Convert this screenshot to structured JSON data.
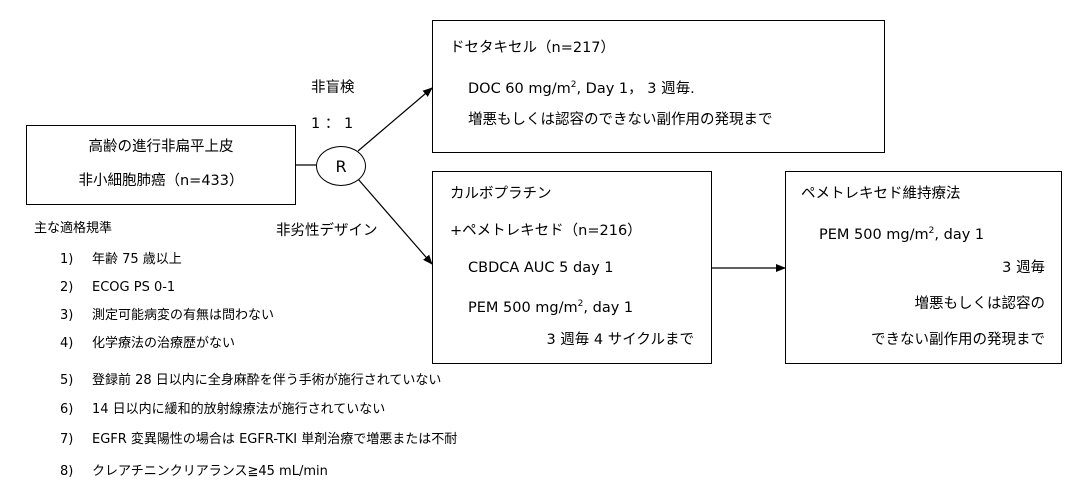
{
  "population": {
    "line1": "高齢の進行非扁平上皮",
    "line2": "非小細胞肺癌（n=433）"
  },
  "randomization": {
    "symbol": "R",
    "label_open": "非盲検",
    "label_ratio": "1 ： 1",
    "label_design": "非劣性デザイン"
  },
  "arm_doc": {
    "title": "ドセタキセル（n=217）",
    "dose_pre": "DOC 60 mg/m",
    "dose_sup": "2",
    "dose_post": ", Day 1， 3 週毎.",
    "until": "増悪もしくは認容のできない副作用の発現まで"
  },
  "arm_cbdca": {
    "title1": "カルボプラチン",
    "title2": "+ペメトレキセド（n=216）",
    "dose1": "CBDCA AUC 5 day 1",
    "dose2_pre": "PEM 500 mg/m",
    "dose2_sup": "2",
    "dose2_post": ", day 1",
    "schedule": "3 週毎  4 サイクルまで"
  },
  "maintenance": {
    "title": "ペメトレキセド維持療法",
    "dose_pre": "PEM 500 mg/m",
    "dose_sup": "2",
    "dose_post": ", day 1",
    "schedule": "3 週毎",
    "until1": "増悪もしくは認容の",
    "until2": "できない副作用の発現まで"
  },
  "criteria": {
    "heading": "主な適格規準",
    "items": [
      {
        "num": "1)",
        "text": "年齢 75 歳以上"
      },
      {
        "num": "2)",
        "text": "ECOG PS 0-1"
      },
      {
        "num": "3)",
        "text": "測定可能病変の有無は問わない"
      },
      {
        "num": "4)",
        "text": "化学療法の治療歴がない"
      },
      {
        "num": "5)",
        "text": "登録前 28 日以内に全身麻酔を伴う手術が施行されていない"
      },
      {
        "num": "6)",
        "text": "14 日以内に緩和的放射線療法が施行されていない"
      },
      {
        "num": "7)",
        "text": "EGFR 変異陽性の場合は EGFR-TKI 単剤治療で増悪または不耐"
      },
      {
        "num": "8)",
        "text": "クレアチニンクリアランス≧45 mL/min"
      }
    ]
  }
}
